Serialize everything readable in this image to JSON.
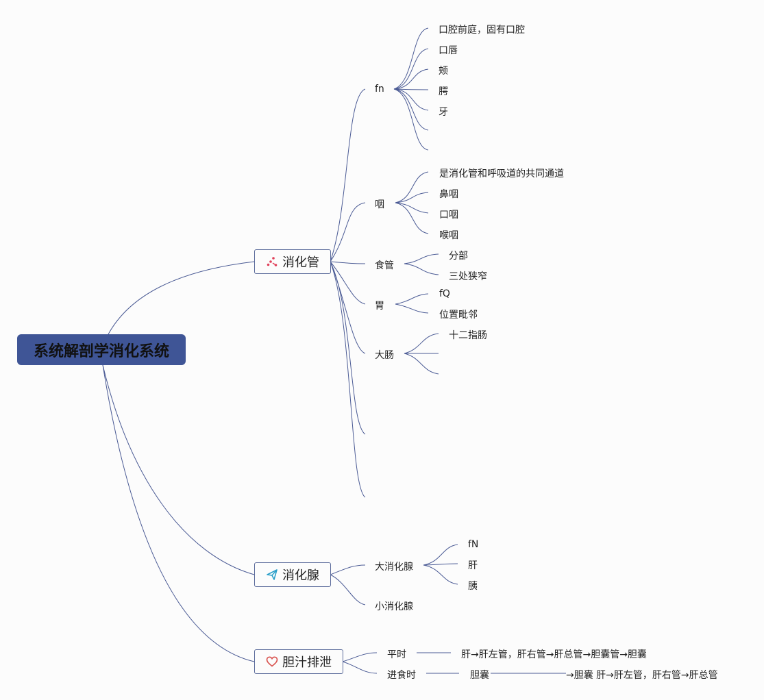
{
  "root": {
    "label": "系统解剖学消化系统"
  },
  "digestive_tract": {
    "label": "消化管",
    "icon": "sparkle-icon",
    "children": {
      "mouth": {
        "label": "fn",
        "items": [
          "口腔前庭，固有口腔",
          "口唇",
          "颊",
          "腭",
          "牙"
        ]
      },
      "pharynx": {
        "label": "咽",
        "items": [
          "是消化管和呼吸道的共同通道",
          "鼻咽",
          "口咽",
          "喉咽"
        ]
      },
      "esophagus": {
        "label": "食管",
        "items": [
          "分部",
          "三处狭窄"
        ]
      },
      "stomach": {
        "label": "胃",
        "items": [
          "fQ",
          "位置毗邻"
        ]
      },
      "large_intestine": {
        "label": "大肠",
        "items": [
          "十二指肠"
        ]
      }
    }
  },
  "digestive_gland": {
    "label": "消化腺",
    "icon": "paper-plane-icon",
    "children": {
      "major": {
        "label": "大消化腺",
        "items": [
          "fN",
          "肝",
          "胰"
        ]
      },
      "minor": {
        "label": "小消化腺"
      }
    }
  },
  "bile": {
    "label": "胆汁排泄",
    "icon": "heart-icon",
    "children": {
      "normal": {
        "label": "平时",
        "path": "肝→肝左管，肝右管→肝总管→胆囊管→胆囊"
      },
      "eating": {
        "label": "进食时",
        "start": "胆囊",
        "path": "→胆囊 肝→肝左管，肝右管→肝总管"
      }
    }
  },
  "colors": {
    "line": "#4a5a94",
    "root_fill": "#3f5596",
    "sparkle": "#e0405a",
    "plane": "#2a9fc9",
    "heart": "#d9534f"
  }
}
